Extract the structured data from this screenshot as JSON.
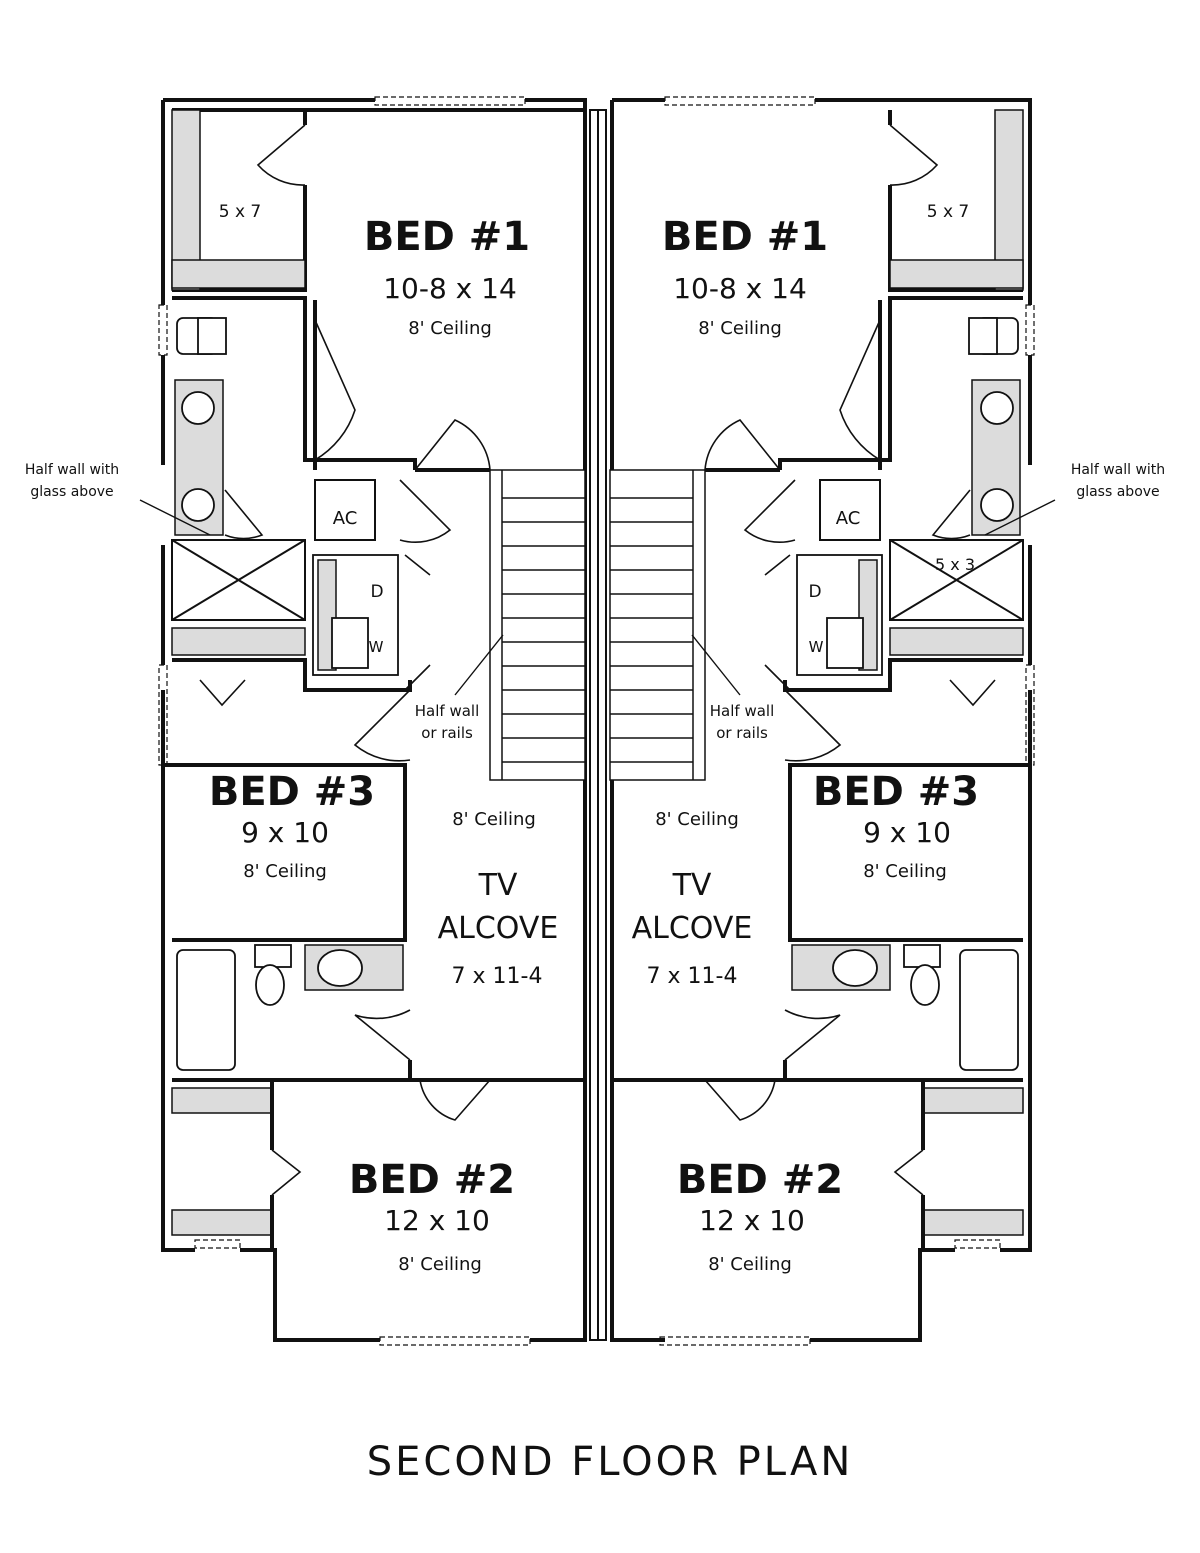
{
  "plan_title": "SECOND FLOOR PLAN",
  "left_unit": {
    "bed1": {
      "title": "BED #1",
      "dims": "10-8 x 14",
      "ceiling": "8' Ceiling"
    },
    "closet1": "5 x 7",
    "bed3": {
      "title": "BED #3",
      "dims": "9 x 10",
      "ceiling": "8' Ceiling"
    },
    "bed2": {
      "title": "BED #2",
      "dims": "12 x 10",
      "ceiling": "8' Ceiling"
    },
    "alcove": {
      "title_1": "TV",
      "title_2": "ALCOVE",
      "dims": "7 x 11-4",
      "ceiling": "8' Ceiling"
    },
    "ac": "AC",
    "dryer": "D",
    "washer": "W",
    "half_wall_glass": {
      "line1": "Half wall with",
      "line2": "glass above"
    },
    "half_wall_rails": {
      "line1": "Half wall",
      "line2": "or rails"
    }
  },
  "right_unit": {
    "bed1": {
      "title": "BED #1",
      "dims": "10-8 x 14",
      "ceiling": "8' Ceiling"
    },
    "closet1": "5 x 7",
    "shower": "5 x 3",
    "bed3": {
      "title": "BED #3",
      "dims": "9 x 10",
      "ceiling": "8' Ceiling"
    },
    "bed2": {
      "title": "BED #2",
      "dims": "12 x 10",
      "ceiling": "8' Ceiling"
    },
    "alcove": {
      "title_1": "TV",
      "title_2": "ALCOVE",
      "dims": "7 x 11-4",
      "ceiling": "8' Ceiling"
    },
    "ac": "AC",
    "dryer": "D",
    "washer": "W",
    "half_wall_glass": {
      "line1": "Half wall with",
      "line2": "glass above"
    },
    "half_wall_rails": {
      "line1": "Half wall",
      "line2": "or rails"
    }
  }
}
